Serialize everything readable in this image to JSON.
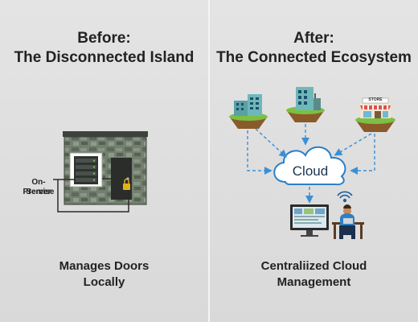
{
  "before": {
    "title_line1": "Before:",
    "title_line2": "The Disconnected Island",
    "server_label_line1": "On-Premise",
    "server_label_line2": "Server",
    "caption_line1": "Manages Doors",
    "caption_line2": "Locally"
  },
  "after": {
    "title_line1": "After:",
    "title_line2": "The Connected Ecosystem",
    "cloud_label": "Cloud",
    "store_sign": "STORE",
    "caption_line1": "Centraliized Cloud",
    "caption_line2": "Management"
  },
  "colors": {
    "cloud_fill": "#ffffff",
    "cloud_stroke": "#2a7fc9",
    "arrow": "#3b8fd6",
    "grass": "#7bc043",
    "earth": "#8b5a2b",
    "brick": "#6f7d6d"
  }
}
